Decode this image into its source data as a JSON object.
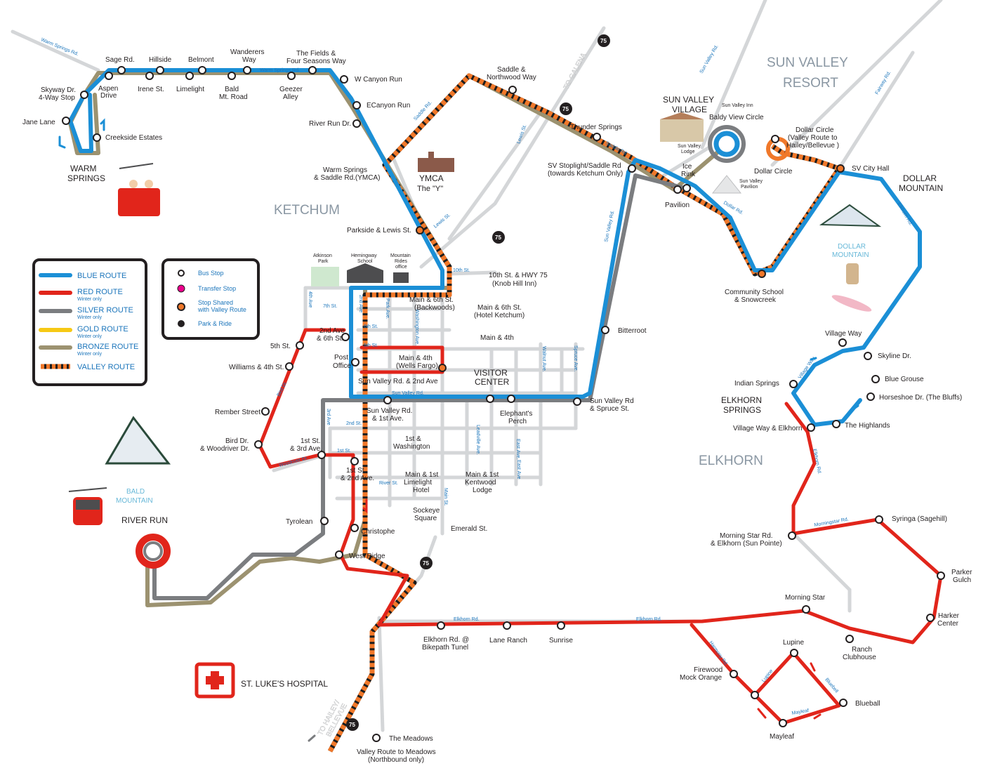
{
  "areas": {
    "ketchum": "KETCHUM",
    "sun_valley_resort_1": "SUN VALLEY",
    "sun_valley_resort_2": "RESORT",
    "elkhorn": "ELKHORN",
    "sun_valley_village_1": "SUN VALLEY",
    "sun_valley_village_2": "VILLAGE",
    "warm_springs_1": "WARM",
    "warm_springs_2": "SPRINGS",
    "dollar_mountain_1": "DOLLAR",
    "dollar_mountain_2": "MOUNTAIN",
    "elkhorn_springs_1": "ELKHORN",
    "elkhorn_springs_2": "SPRINGS",
    "river_run": "RIVER RUN",
    "bald_mountain_1": "BALD",
    "bald_mountain_2": "MOUNTAIN",
    "dollar_mountain_blue_1": "DOLLAR",
    "dollar_mountain_blue_2": "MOUNTAIN",
    "visitor_center_1": "VISITOR",
    "visitor_center_2": "CENTER",
    "ymca_1": "YMCA",
    "ymca_2": "The \"Y\"",
    "hospital": "ST. LUKE'S HOSPITAL",
    "to_galena": "TO GALENA",
    "to_hailey_1": "TO HAILEY/",
    "to_hailey_2": "BELLEVUE"
  },
  "legend_routes": {
    "blue": {
      "label": "BLUE ROUTE",
      "color": "#1b8fd6",
      "note": ""
    },
    "red": {
      "label": "RED ROUTE",
      "color": "#e1251b",
      "note": "Winter only"
    },
    "silver": {
      "label": "SILVER ROUTE",
      "color": "#7b7d80",
      "note": "Winter only"
    },
    "gold": {
      "label": "GOLD ROUTE",
      "color": "#f6c915",
      "note": "Winter only"
    },
    "bronze": {
      "label": "BRONZE ROUTE",
      "color": "#9c9270",
      "note": "Winter only"
    },
    "valley": {
      "label": "VALLEY ROUTE",
      "color": "#f0782a"
    }
  },
  "legend_symbols": {
    "bus_stop": "Bus Stop",
    "transfer_stop": "Transfer Stop",
    "shared_1": "Stop Shared",
    "shared_2": "with Valley Route",
    "park_ride": "Park & Ride"
  },
  "highways": {
    "h1": "75",
    "h2": "75",
    "h3": "75",
    "h4": "75",
    "h5": "75"
  },
  "pois": {
    "atkinson_1": "Atkinson",
    "atkinson_2": "Park",
    "hemingway_1": "Hemingway",
    "hemingway_2": "School",
    "mtn_rides_1": "Mountain",
    "mtn_rides_2": "Rides",
    "mtn_rides_3": "office",
    "ice_rink_1": "Ice",
    "ice_rink_2": "Rink",
    "sv_lodge_1": "Sun Valley",
    "sv_lodge_2": "Lodge",
    "sv_inn": "Sun Valley Inn",
    "sv_pavilion_1": "Sun Valley",
    "sv_pavilion_2": "Pavilion",
    "post_office_1": "Post",
    "post_office_2": "Office"
  },
  "stops": {
    "sage_rd": "Sage Rd.",
    "hillside": "Hillside",
    "belmont": "Belmont",
    "wanderers_1": "Wanderers",
    "wanderers_2": "Way",
    "fields_1": "The Fields &",
    "fields_2": "Four Seasons Way",
    "skyway_1": "Skyway Dr.",
    "skyway_2": "4-Way Stop",
    "aspen_1": "Aspen",
    "aspen_2": "Drive",
    "irene": "Irene St.",
    "limelight": "Limelight",
    "bald_mt_1": "Bald",
    "bald_mt_2": "Mt. Road",
    "geezer_1": "Geezer",
    "geezer_2": "Alley",
    "w_canyon": "W Canyon Run",
    "e_canyon": "ECanyon Run",
    "river_run_dr": "River Run Dr.",
    "jane_lane": "Jane Lane",
    "creekside": "Creekside Estates",
    "saddle_nw_1": "Saddle &",
    "saddle_nw_2": "Northwood Way",
    "warm_saddle_1": "Warm Springs",
    "warm_saddle_2": "& Saddle Rd.(YMCA)",
    "parkside": "Parkside & Lewis St.",
    "tenth_1": "10th St. & HWY 75",
    "tenth_2": "(Knob Hill Inn)",
    "main6_back_1": "Main & 6th St.",
    "main6_back_2": "(Backwoods)",
    "main6_hotel_1": "Main & 6th St.",
    "main6_hotel_2": "(Hotel Ketchum)",
    "main4": "Main & 4th",
    "main4_wf_1": "Main & 4th",
    "main4_wf_2": "(Wells Fargo)",
    "second_sixth_1": "2nd Ave",
    "second_sixth_2": "& 6th St.",
    "fifth": "5th St.",
    "williams": "Williams & 4th St.",
    "rember": "Rember Street",
    "bird_1": "Bird Dr.",
    "bird_2": "& Woodriver Dr.",
    "first_third_1": "1st St.",
    "first_third_2": "& 3rd Ave.",
    "first_second_1": "1st St.",
    "first_second_2": "& 2nd Ave.",
    "sv_rd_first_1": "Sun Valley Rd.",
    "sv_rd_first_2": "& 1st Ave.",
    "sv_rd_2nd": "Sun Valley Rd. & 2nd Ave",
    "first_wash_1": "1st &",
    "first_wash_2": "Washington",
    "elephant_1": "Elephant's",
    "elephant_2": "Perch",
    "sv_spruce_1": "Sun Valley Rd",
    "sv_spruce_2": "& Spruce St.",
    "main1_lime_1": "Main & 1st",
    "main1_lime_2": "Limelight",
    "main1_lime_3": "Hotel",
    "main1_kent_1": "Main & 1st",
    "main1_kent_2": "Kentwood",
    "main1_kent_3": "Lodge",
    "sockeye_1": "Sockeye",
    "sockeye_2": "Square",
    "emerald": "Emerald St.",
    "tyrolean": "Tyrolean",
    "christophe": "Christophe",
    "west_ridge": "West Ridge",
    "elkhorn_bike_1": "Elkhorn Rd. @",
    "elkhorn_bike_2": "Bikepath Tunel",
    "lane_ranch": "Lane Ranch",
    "sunrise": "Sunrise",
    "meadows": "The Meadows",
    "meadows_note_1": "Valley Route to Meadows",
    "meadows_note_2": "(Northbound only)",
    "thunder": "Thunder Springs",
    "sv_stoplight_1": "SV Stoplight/Saddle Rd",
    "sv_stoplight_2": "(towards Ketchum Only)",
    "bitterroot": "Bitterroot",
    "baldy_1": "Baldy View Circle",
    "pavilion": "Pavilion",
    "dollar_circle_1": "Dollar Circle",
    "dollar_circle_2": "(Valley Route to",
    "dollar_circle_3": "Hailey/Bellevue )",
    "dollar_circle_b": "Dollar Circle",
    "sv_city_hall": "SV City Hall",
    "community_1": "Community School",
    "community_2": "& Snowcreek",
    "village_way": "Village Way",
    "skyline": "Skyline Dr.",
    "blue_grouse": "Blue Grouse",
    "horseshoe": "Horseshoe Dr. (The Bluffs)",
    "indian_springs": "Indian Springs",
    "village_elkhorn": "Village Way & Elkhorn",
    "highlands": "The Highlands",
    "syringa": "Syringa (Sagehill)",
    "morning_star_rd_1": "Morning Star Rd.",
    "morning_star_rd_2": "& Elkhorn (Sun Pointe)",
    "parker_1": "Parker",
    "parker_2": "Gulch",
    "morning_star": "Morning Star",
    "harker_1": "Harker",
    "harker_2": "Center",
    "ranch_1": "Ranch",
    "ranch_2": "Clubhouse",
    "lupine": "Lupine",
    "firewood_1": "Firewood",
    "firewood_2": "Mock Orange",
    "blueball": "Blueball",
    "mayleaf": "Mayleaf"
  },
  "streets": {
    "warm_springs_rd": "Warm Springs Rd.",
    "warm_springs_rd2": "Warm Springs Rd.",
    "saddle_rd": "Saddle Rd.",
    "saddle_rd2": "Saddle Rd.",
    "lewis_st": "Lewis St.",
    "lewis_st2": "Lewis St.",
    "sun_valley_rd_ne": "Sun Valley Rd.",
    "sun_valley_rd_main": "Sun Valley Rd.",
    "sun_valley_rd_n": "Sun Valley Rd.",
    "fairway_rd": "Fairway Rd.",
    "dollar_rd": "Dollar Rd.",
    "elkhorn_rd_ne": "Elkhorn Rd.",
    "elkhorn_rd_1": "Elkhorn Rd.",
    "elkhorn_rd_2": "Elkhorn Rd.",
    "elkhorn_rd_3": "Elkhorn Rd.",
    "village_way": "Village Way",
    "morningstar_rd": "Morningstar Rd.",
    "lupine": "Lupine",
    "bluebell": "Bluebell",
    "mayleaf": "Mayleaf",
    "harmony_rd": "Harmony Rd.",
    "tenth_st": "10th St.",
    "seventh_st": "7th St.",
    "sixth_st": "6th St.",
    "fifth_st": "5th St.",
    "fourth_ave": "4th Ave",
    "second_ave": "2nd Ave",
    "second_st": "2nd St.",
    "first_st": "1st St.",
    "river_st": "River St.",
    "main_st": "Main St.",
    "leadville": "Leadville Ave.",
    "walnut": "Walnut Ave.",
    "east_ave": "East Ave.",
    "spruce": "Spruce Ave.",
    "washington": "Washington Ave.",
    "third_ave": "3rd Ave",
    "bird_dr": "Bird Dr.",
    "woodriver": "Woodriver Dr.",
    "east_ave_2": "East Ave",
    "park_ave": "Park Ave."
  }
}
